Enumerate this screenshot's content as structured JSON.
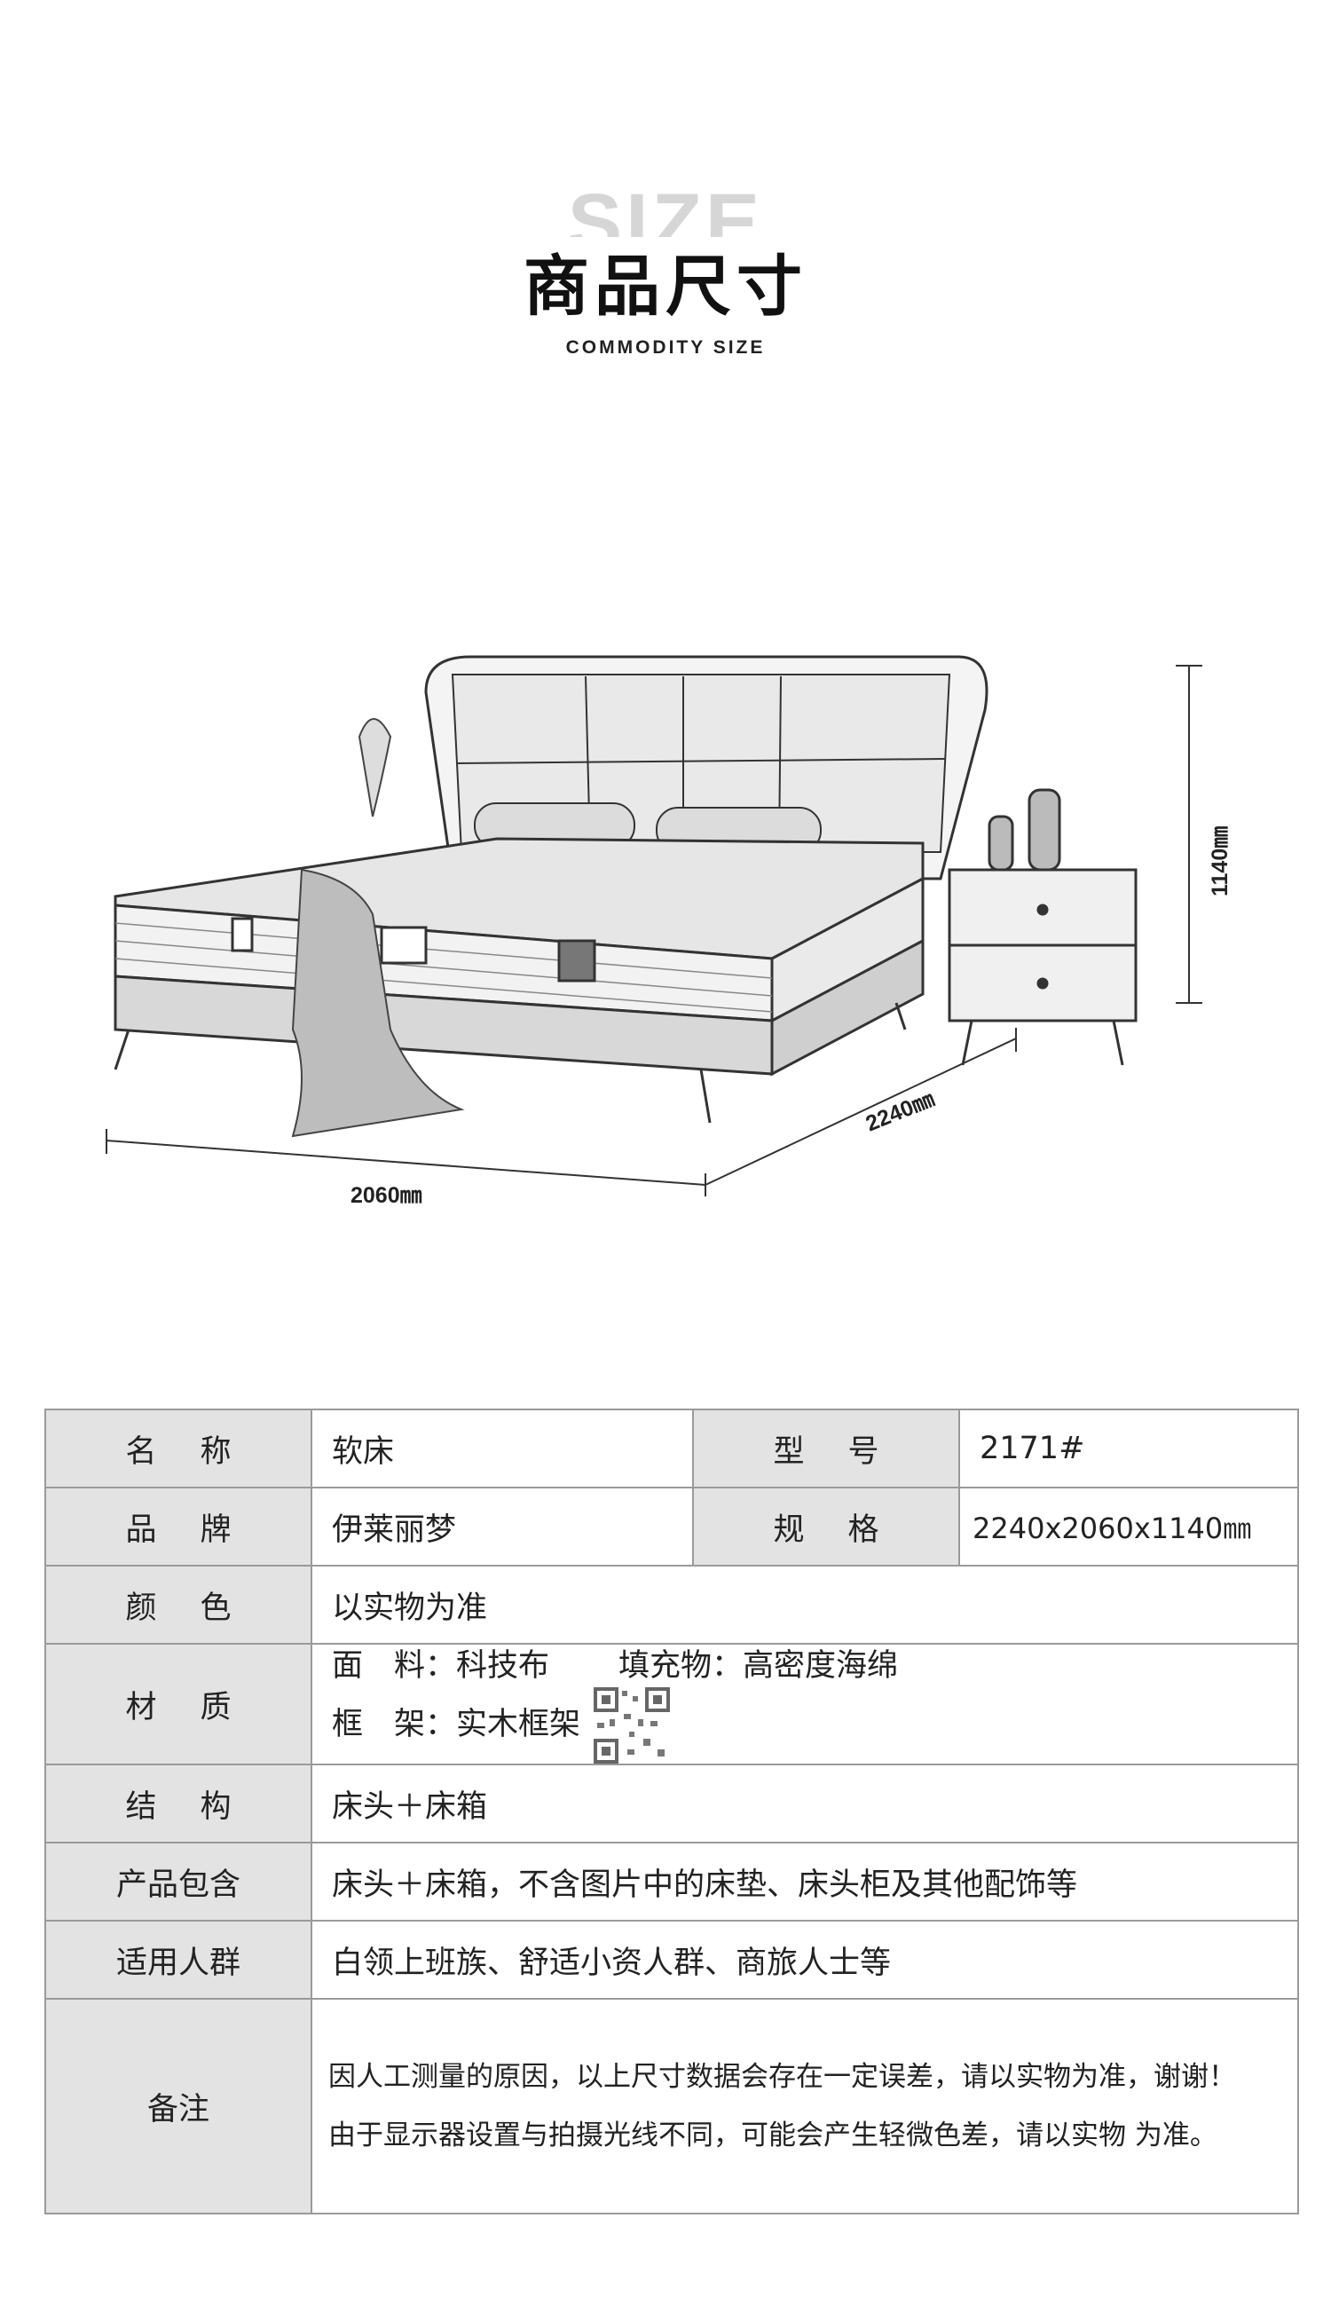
{
  "header": {
    "bg_text": "SIZE",
    "title": "商品尺寸",
    "subtitle": "COMMODITY SIZE"
  },
  "dimensions": {
    "width": "2060㎜",
    "depth": "2240㎜",
    "height": "1140㎜"
  },
  "specs": {
    "name_label": "名称",
    "name_value": "软床",
    "model_label": "型号",
    "model_value": "2171#",
    "brand_label": "品牌",
    "brand_value": "伊莱丽梦",
    "size_label": "规格",
    "size_value": "2240x2060x1140㎜",
    "color_label": "颜色",
    "color_value": "以实物为准",
    "material_label": "材质",
    "material_line1_a": "面　料：科技布",
    "material_line1_b": "填充物：高密度海绵",
    "material_line2": "框　架：实木框架",
    "structure_label": "结构",
    "structure_value": "床头＋床箱",
    "package_label": "产品包含",
    "package_value": "床头＋床箱，不含图片中的床垫、床头柜及其他配饰等",
    "users_label": "适用人群",
    "users_value": "白领上班族、舒适小资人群、商旅人士等",
    "note_label": "备注",
    "note_line1": "因人工测量的原因，以上尺寸数据会存在一定误差，请以实物为准，谢谢！",
    "note_line2": "由于显示器设置与拍摄光线不同，可能会产生轻微色差，请以实物 为准。"
  },
  "colors": {
    "label_bg": "#e3e3e3",
    "border": "#9a9a9a"
  }
}
